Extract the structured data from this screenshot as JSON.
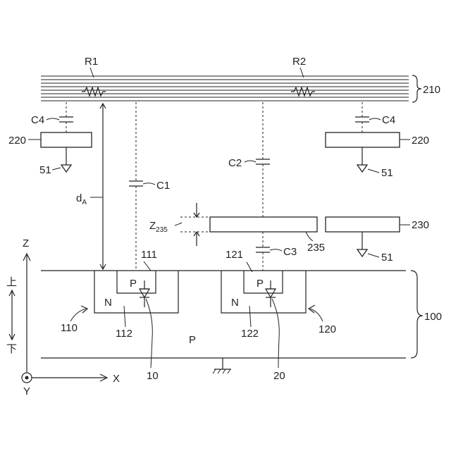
{
  "labels": {
    "r1": "R1",
    "r2": "R2",
    "ref_210": "210",
    "c4_left": "C4",
    "c4_right": "C4",
    "ref_220_left": "220",
    "ref_220_right": "220",
    "ground_51_left": "51",
    "ground_51_right": "51",
    "ground_51_mid": "51",
    "c2": "C2",
    "c1": "C1",
    "c3": "C3",
    "da_main": "d",
    "da_sub": "A",
    "z235_main": "Z",
    "z235_sub": "235",
    "ref_235": "235",
    "ref_230": "230",
    "axis_z": "Z",
    "axis_x": "X",
    "axis_y": "Y",
    "up": "上",
    "down": "下",
    "ref_111": "111",
    "ref_121": "121",
    "p_left": "P",
    "p_right": "P",
    "n_left": "N",
    "n_right": "N",
    "ref_110": "110",
    "ref_120": "120",
    "ref_112": "112",
    "ref_122": "122",
    "p_substrate": "P",
    "ref_100": "100",
    "ref_10": "10",
    "ref_20": "20"
  }
}
